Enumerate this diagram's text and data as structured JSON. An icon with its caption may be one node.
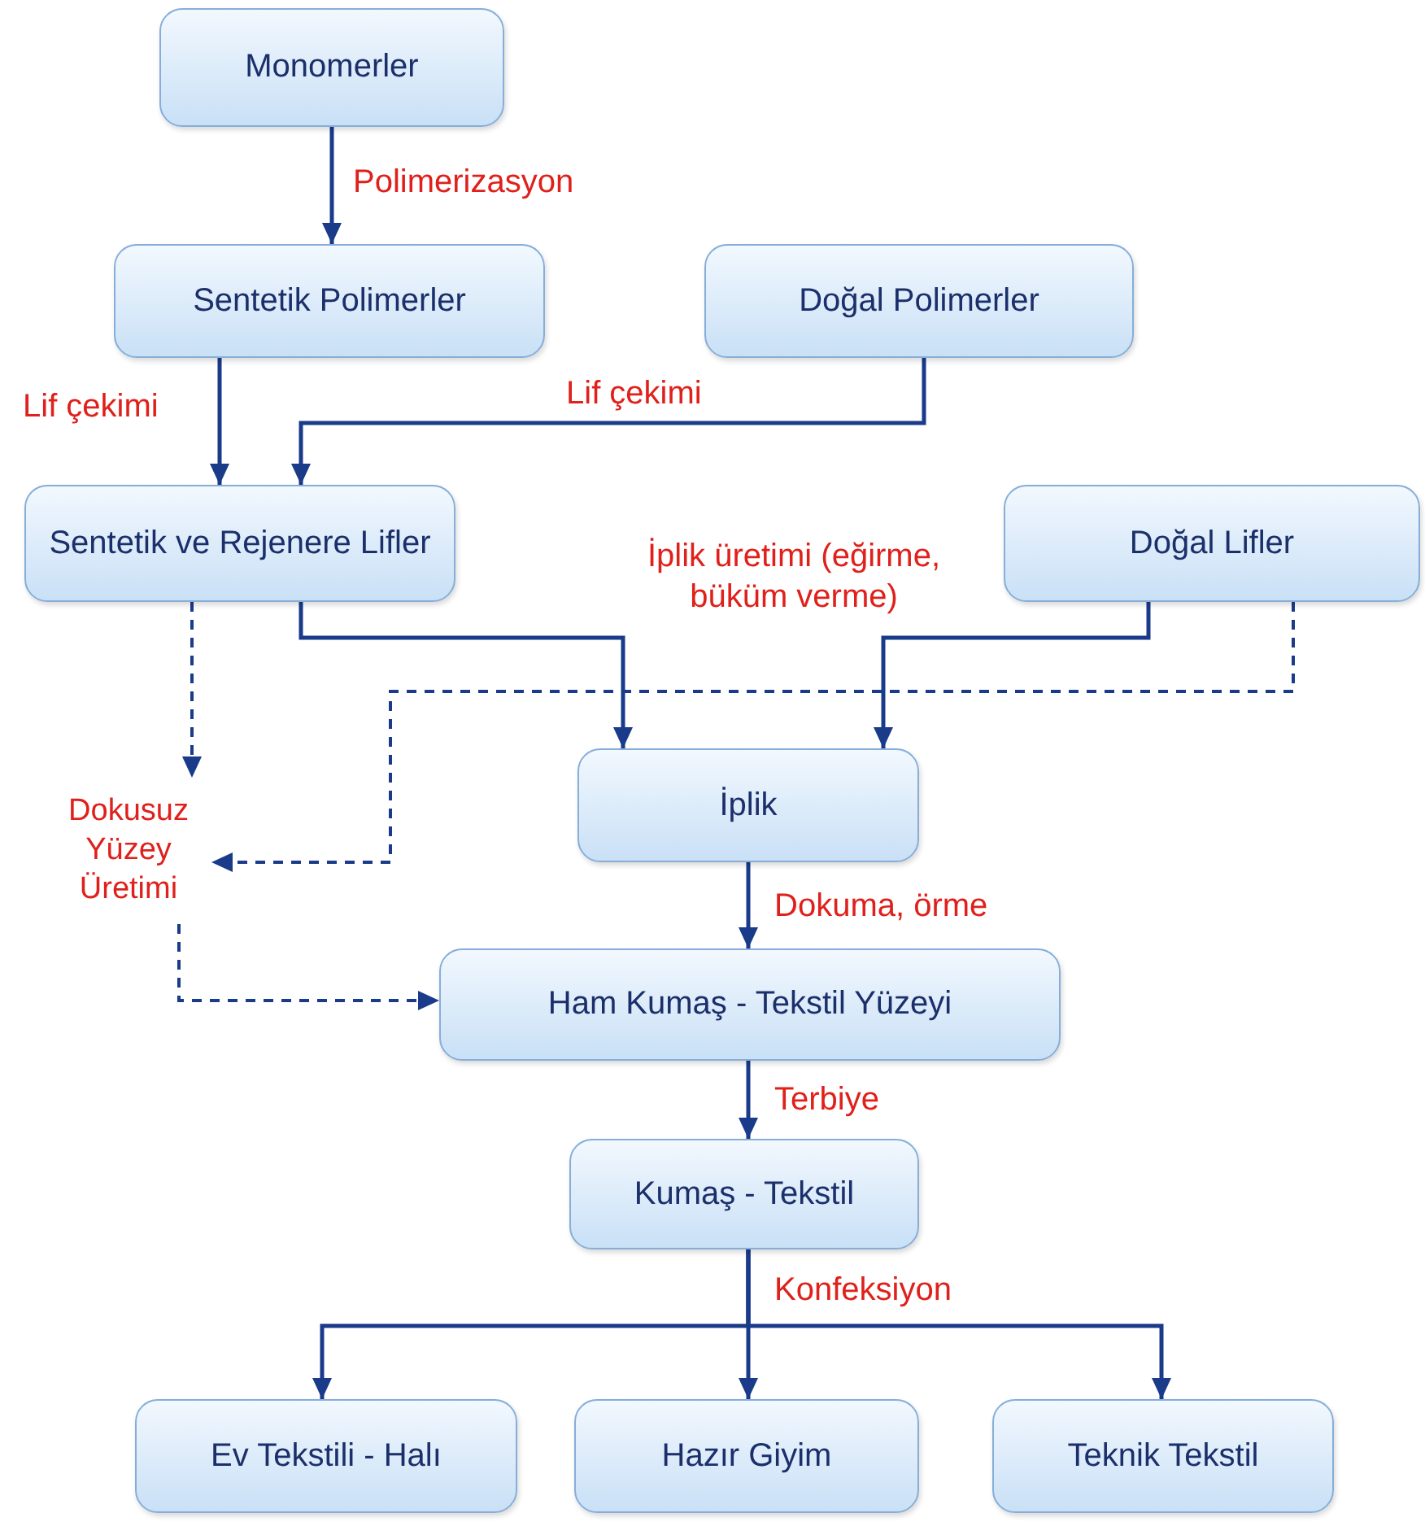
{
  "diagram": {
    "nodes": [
      {
        "text": [
          "Monomerler"
        ]
      },
      {
        "text": [
          "Sentetik Polimerler"
        ]
      },
      {
        "text": [
          "Doğal Polimerler"
        ]
      },
      {
        "text": [
          "Sentetik ve Rejenere Lifler"
        ]
      },
      {
        "text": [
          "Doğal Lifler"
        ]
      },
      {
        "text": [
          "İplik"
        ]
      },
      {
        "text": [
          "Ham Kumaş - Tekstil Yüzeyi"
        ]
      },
      {
        "text": [
          "Kumaş - Tekstil"
        ]
      },
      {
        "text": [
          "Ev Tekstili - Halı"
        ]
      },
      {
        "text": [
          "Hazır Giyim"
        ]
      },
      {
        "text": [
          "Teknik Tekstil"
        ]
      },
      {
        "text": [
          "Dokusuz Yüzey Üretimi"
        ]
      }
    ],
    "edges": [
      {
        "from": 0,
        "to": 1,
        "arrow": "to",
        "label": "Polimerizasyon"
      },
      {
        "from": 1,
        "to": 3,
        "arrow": "to",
        "label": "Lif çekimi"
      },
      {
        "from": 2,
        "to": 3,
        "arrow": "to",
        "label": "Lif çekimi"
      },
      {
        "from": 3,
        "to": 5,
        "arrow": "to",
        "label": "İplik üretimi (eğirme, büküm verme)"
      },
      {
        "from": 4,
        "to": 5,
        "arrow": "to"
      },
      {
        "from": 3,
        "to": 11,
        "arrow": "to",
        "style": "dashed"
      },
      {
        "from": 4,
        "to": 11,
        "arrow": "to",
        "style": "dashed"
      },
      {
        "from": 11,
        "to": 6,
        "arrow": "to",
        "style": "dashed"
      },
      {
        "from": 5,
        "to": 6,
        "arrow": "to",
        "label": "Dokuma, örme"
      },
      {
        "from": 6,
        "to": 7,
        "arrow": "to",
        "label": "Terbiye"
      },
      {
        "from": 7,
        "to": 8,
        "arrow": "to"
      },
      {
        "from": 7,
        "to": 9,
        "arrow": "to",
        "label": "Konfeksiyon"
      },
      {
        "from": 7,
        "to": 10,
        "arrow": "to"
      }
    ]
  }
}
